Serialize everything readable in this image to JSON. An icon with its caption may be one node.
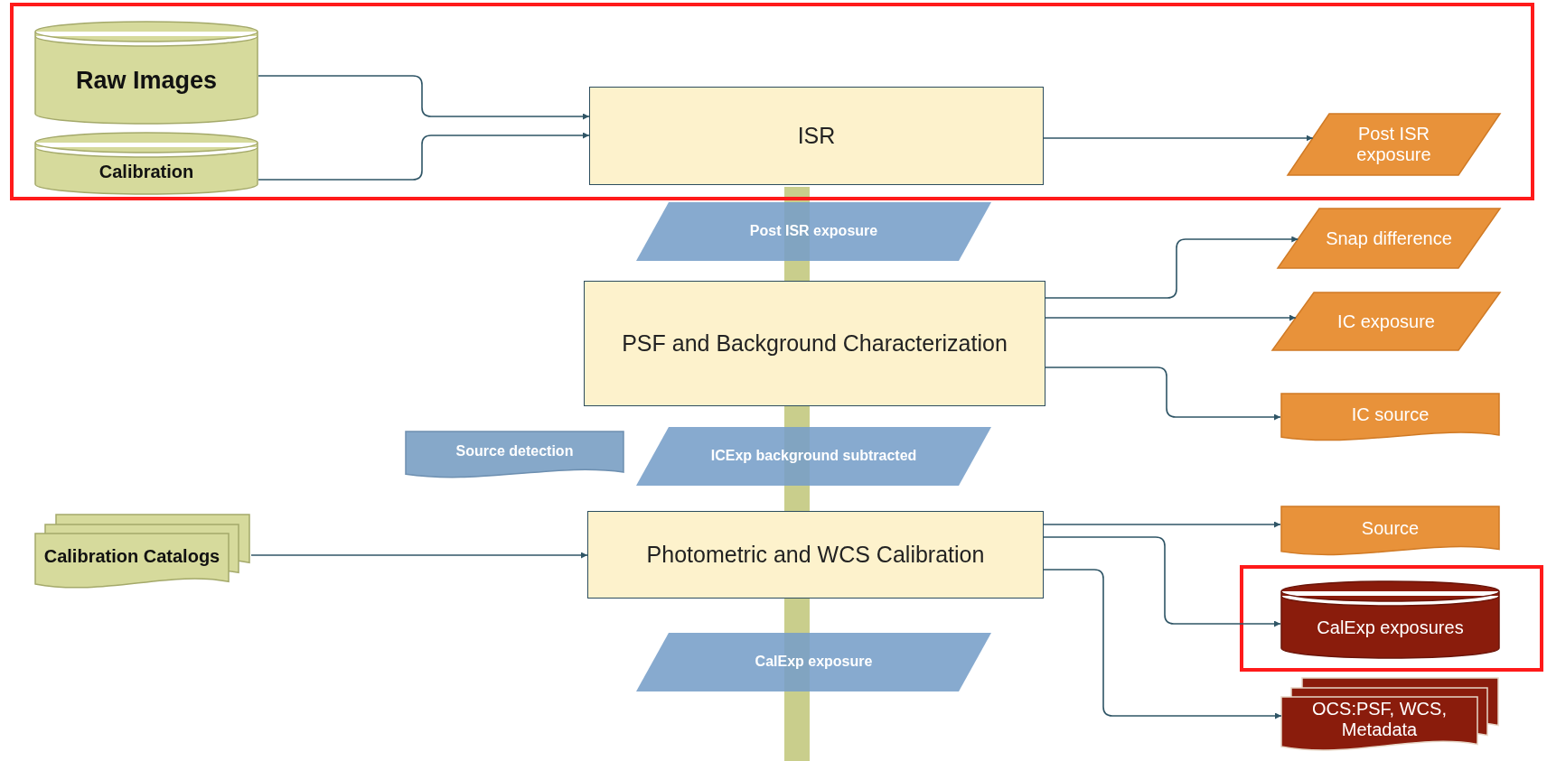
{
  "diagram": {
    "nodes": [
      {
        "text": [],
        "shape": "box"
      },
      {
        "text": [
          "Raw Images"
        ],
        "in": 0
      },
      {
        "text": [
          "Calibration"
        ],
        "in": 0
      },
      {
        "text": [
          "ISR"
        ],
        "in": 0
      },
      {
        "text": [
          "Post ISR exposure"
        ],
        "in": 0
      },
      {
        "text": [
          "Post ISR exposure"
        ]
      },
      {
        "text": [
          "Snap difference"
        ]
      },
      {
        "text": [
          "PSF and Background Characterization"
        ]
      },
      {
        "text": [
          "IC exposure"
        ]
      },
      {
        "text": [
          "Source detection"
        ]
      },
      {
        "text": [
          "ICExp background subtracted"
        ]
      },
      {
        "text": [
          "IC source"
        ]
      },
      {
        "text": [
          "Calibration Catalogs"
        ]
      },
      {
        "text": [
          "Photometric and WCS Calibration"
        ]
      },
      {
        "text": [
          "Source"
        ]
      },
      {
        "text": [],
        "shape": "box"
      },
      {
        "text": [
          "CalExp exposures"
        ],
        "in": 15
      },
      {
        "text": [
          "CalExp exposure"
        ]
      },
      {
        "text": [
          "OCS:PSF, WCS, Metadata"
        ]
      },
      {
        "text": [],
        "shape": "bar"
      }
    ],
    "edges": [
      {
        "from": 1,
        "to": 3,
        "arrow": "to"
      },
      {
        "from": 2,
        "to": 3,
        "arrow": "to"
      },
      {
        "from": 3,
        "to": 4,
        "arrow": "to"
      },
      {
        "from": 7,
        "to": 6,
        "arrow": "to"
      },
      {
        "from": 7,
        "to": 8,
        "arrow": "to"
      },
      {
        "from": 7,
        "to": 11,
        "arrow": "to"
      },
      {
        "from": 12,
        "to": 13,
        "arrow": "to"
      },
      {
        "from": 13,
        "to": 14,
        "arrow": "to"
      },
      {
        "from": 13,
        "to": 16,
        "arrow": "to"
      },
      {
        "from": 13,
        "to": 18,
        "arrow": "to"
      }
    ]
  }
}
